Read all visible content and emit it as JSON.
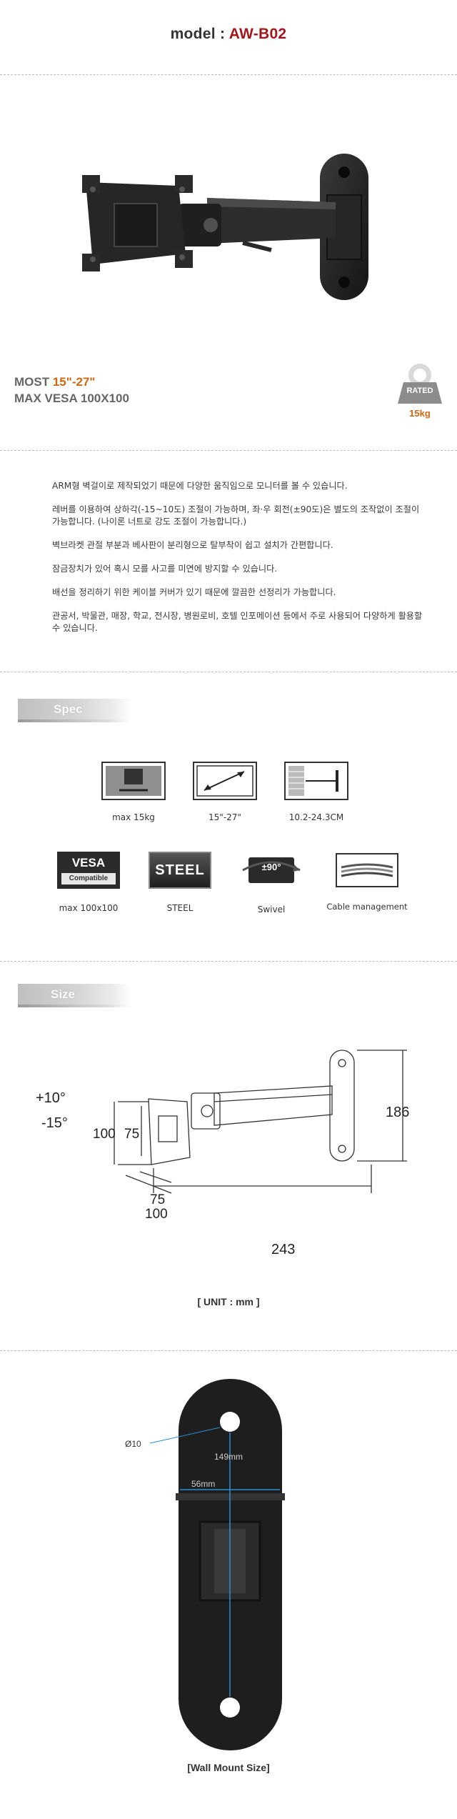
{
  "header": {
    "model_prefix": "model : ",
    "model_name": "AW-B02"
  },
  "hero": {
    "most_label": "MOST ",
    "most_range": "15\"-27\"",
    "vesa_line": "MAX VESA 100X100",
    "rated_label": "RATED",
    "rated_weight": "15kg"
  },
  "description": {
    "paragraphs": [
      "ARM형 벽걸이로 제작되었기 때문에 다양한 움직임으로 모니터를 볼 수 있습니다.",
      "레버를 이용하여 상하각(-15~10도) 조절이 가능하며, 좌·우 회전(±90도)은 별도의 조작없이 조절이 가능합니다. (나이론 너트로 강도 조절이 가능합니다.)",
      "벽브라켓 관절 부분과 베사판이 분리형으로 탈부착이 쉽고 설치가 간편합니다.",
      "잠금장치가 있어 혹시 모를 사고를 미연에 방지할 수 있습니다.",
      "배선을 정리하기 위한 케이블 커버가 있기 때문에 깔끔한 선정리가 가능합니다.",
      "관공서, 박물관, 매장, 학교, 전시장, 병원로비, 호텔 인포메이션 등에서 주로 사용되어 다양하게 활용할 수 있습니다."
    ]
  },
  "spec": {
    "section_label": "Spec",
    "items": [
      {
        "caption": "max 15kg",
        "icon": "weight-icon"
      },
      {
        "caption": "15\"-27\"",
        "icon": "screen-size-icon"
      },
      {
        "caption": "10.2-24.3CM",
        "icon": "wall-distance-icon"
      },
      {
        "caption": "max 100x100",
        "icon": "vesa-icon"
      },
      {
        "caption": "STEEL",
        "icon": "steel-icon"
      },
      {
        "caption": "Swivel",
        "icon": "swivel-icon"
      },
      {
        "caption": "Cable management",
        "icon": "cable-icon"
      }
    ],
    "vesa_badge_line1": "VESA",
    "vesa_badge_line2": "Compatible",
    "steel_badge": "STEEL",
    "swivel_badge": "±90°"
  },
  "size": {
    "section_label": "Size",
    "tilt_up": "+10°",
    "tilt_down": "-15°",
    "vesa_h_large": "100",
    "vesa_h_small": "75",
    "vesa_w_small": "75",
    "vesa_w_large": "100",
    "height_dim": "186",
    "depth_dim": "243",
    "unit_caption": "[ UNIT : mm ]"
  },
  "wall_mount": {
    "hole_dim": "Ø10",
    "height_dim": "149mm",
    "width_dim": "56mm",
    "caption": "[Wall Mount Size]"
  },
  "colors": {
    "accent_red": "#a4161a",
    "accent_orange": "#d0660f",
    "product_black": "#222222",
    "dimension_blue": "#2a8fd6"
  }
}
